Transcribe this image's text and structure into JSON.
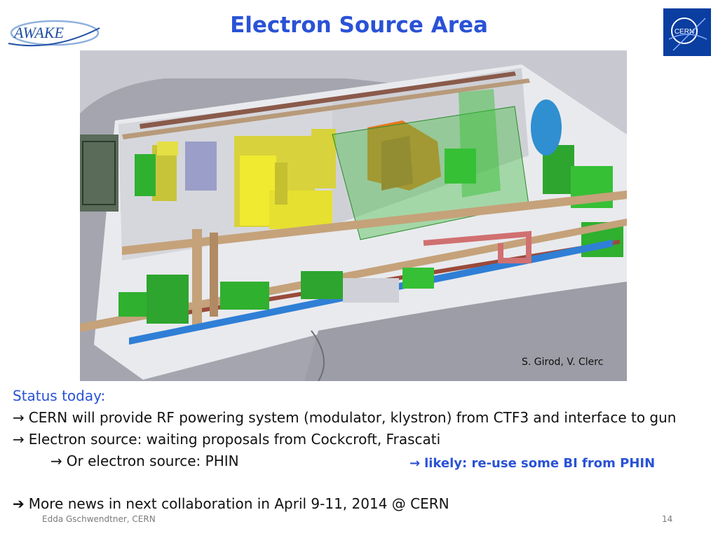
{
  "slide": {
    "title": "Electron Source Area",
    "logo_left_text": "AWAKE",
    "logo_right_text": "CERN",
    "figure_credit": "S. Girod, V. Clerc",
    "status_heading": "Status today:",
    "bullets": [
      {
        "arrow": "→",
        "text": "CERN will provide RF powering system (modulator, klystron) from CTF3 and interface to gun"
      },
      {
        "arrow": "→",
        "text": "Electron source: waiting proposals from Cockcroft, Frascati"
      },
      {
        "arrow": "→",
        "text": "Or electron source: PHIN"
      }
    ],
    "note": {
      "arrow": "→",
      "text": "likely: re-use some BI from PHIN"
    },
    "final_line": {
      "arrow": "➔",
      "text": "More news in next collaboration in April 9-11, 2014 @ CERN"
    },
    "footer_author": "Edda Gschwendtner, CERN",
    "page_number": "14"
  },
  "colors": {
    "title": "#2a52d6",
    "cern_blue": "#0033a0",
    "awake_blue": "#1f4fa3"
  }
}
